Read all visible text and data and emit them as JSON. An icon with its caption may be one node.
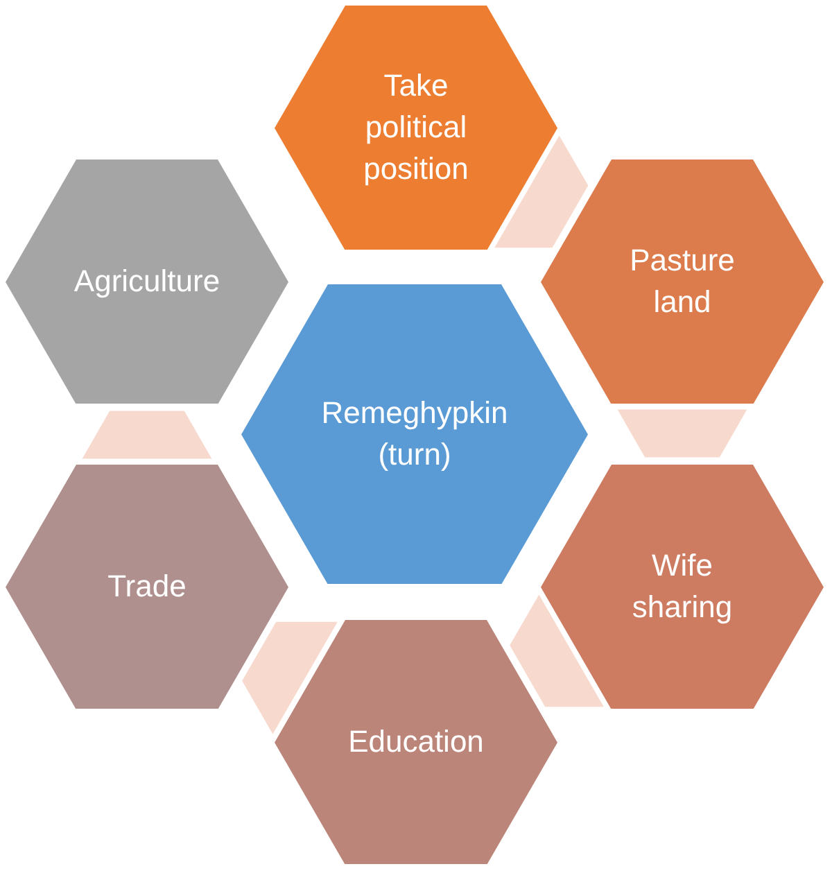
{
  "diagram": {
    "nodes": [
      {
        "text": [
          "Take political position"
        ]
      },
      {
        "text": [
          "Agriculture"
        ]
      },
      {
        "text": [
          "Pasture land"
        ]
      },
      {
        "text": [
          "Remeghypkin (turn)"
        ]
      },
      {
        "text": [
          "Trade"
        ]
      },
      {
        "text": [
          "Wife sharing"
        ]
      },
      {
        "text": [
          "Education"
        ]
      }
    ],
    "edges": [
      {
        "from": 0,
        "to": 2,
        "arrow": "none"
      },
      {
        "from": 2,
        "to": 5,
        "arrow": "none"
      },
      {
        "from": 5,
        "to": 6,
        "arrow": "none"
      },
      {
        "from": 6,
        "to": 4,
        "arrow": "none"
      },
      {
        "from": 4,
        "to": 1,
        "arrow": "none"
      }
    ]
  }
}
